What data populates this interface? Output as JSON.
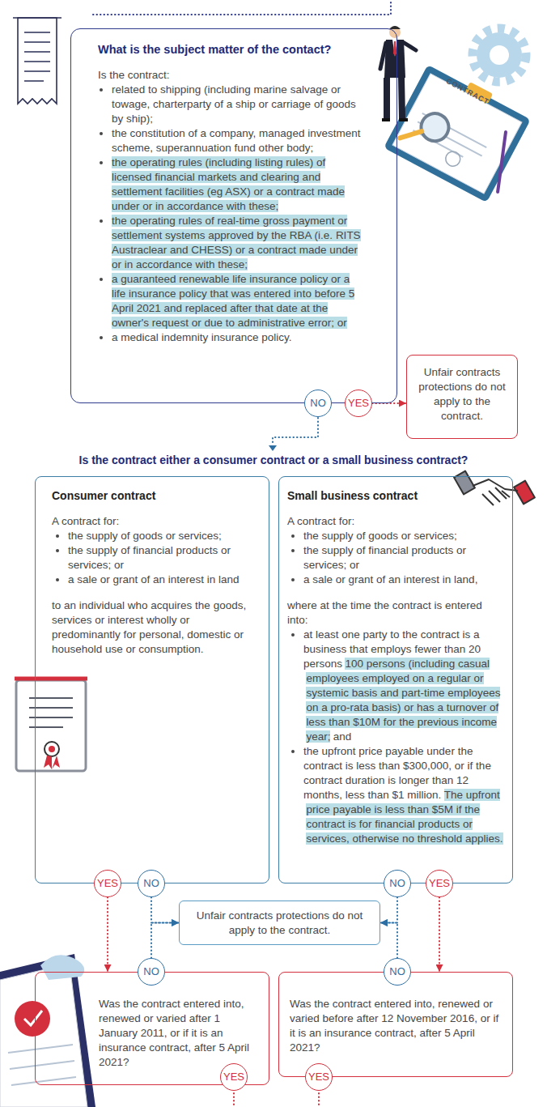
{
  "diagram": {
    "nodes": [
      {
        "text": [
          "What is the subject matter of the contact?",
          "Is the contract:",
          "related to shipping (including marine salvage or towage, charterparty of a ship or carriage of goods by ship);",
          "the constitution of a company, managed investment scheme, superannuation fund other body;",
          "the operating rules (including listing rules) of licensed financial markets and clearing and settlement facilities (eg ASX) or a contract made under or in accordance with these;",
          "the operating rules of real-time gross payment or settlement systems approved by the RBA (i.e. RITS Austraclear and CHESS) or a contract made under or in accordance with these;",
          "a guaranteed renewable life insurance policy or a life insurance policy that was entered into before 5 April 2021 and replaced after that date at the owner's request or due to administrative error; or",
          "a medical indemnity insurance policy."
        ]
      },
      {
        "text": [
          "NO"
        ]
      },
      {
        "text": [
          "YES"
        ]
      },
      {
        "text": [
          "Unfair contracts protections do not apply to the contract."
        ]
      },
      {
        "text": [
          "Consumer contract",
          "A contract for:",
          "the supply of goods or services;",
          "the supply of financial products or services; or",
          "a sale or grant of an interest in land",
          "to an individual who acquires the goods, services or interest wholly or predominantly for personal, domestic or household use or consumption."
        ]
      },
      {
        "text": [
          "Small business contract",
          "A contract for:",
          "the supply of goods or services;",
          "the supply of financial products or services; or",
          "a sale or grant of an interest in land,",
          "where at the time the contract is entered into:",
          "at least one party to the contract is a business that employs fewer than 20 persons",
          "100 persons (including casual employees employed on a regular or systemic basis and part-time employees on a pro-rata basis) or has a turnover of less than $10M for the previous income year;",
          "and",
          "the upfront price payable under the contract is less than $300,000, or if the contract duration is longer than 12 months, less than $1 million.",
          "The upfront price payable is less than $5M if the contract is for financial products or services, otherwise no threshold applies."
        ]
      },
      {
        "text": [
          "YES"
        ]
      },
      {
        "text": [
          "NO"
        ]
      },
      {
        "text": [
          "NO"
        ]
      },
      {
        "text": [
          "YES"
        ]
      },
      {
        "text": [
          "Unfair contracts protections do not apply to the contract."
        ]
      },
      {
        "text": [
          "NO"
        ]
      },
      {
        "text": [
          "Was the contract entered into, renewed or varied after 1 January 2011, or if it is an insurance contract, after 5 April 2021?"
        ]
      },
      {
        "text": [
          "YES"
        ]
      },
      {
        "text": [
          "NO"
        ]
      },
      {
        "text": [
          "Was the contract entered into, renewed or varied before after 12 November 2016, or if it is an insurance contract, after 5 April 2021?"
        ]
      },
      {
        "text": [
          "YES"
        ]
      }
    ],
    "edges": [
      {
        "from": 2,
        "to": 3,
        "arrow": "to"
      },
      {
        "from": 7,
        "to": 10,
        "arrow": "to"
      },
      {
        "from": 8,
        "to": 10,
        "arrow": "to"
      },
      {
        "from": 11,
        "to": 10,
        "arrow": "to"
      },
      {
        "from": 14,
        "to": 10,
        "arrow": "to"
      },
      {
        "from": 6,
        "to": 12,
        "arrow": "to"
      },
      {
        "from": 9,
        "to": 15,
        "arrow": "to"
      }
    ],
    "labels": [
      "Is the contract either a consumer contract or a small business contract?",
      "CONTRACT"
    ]
  }
}
